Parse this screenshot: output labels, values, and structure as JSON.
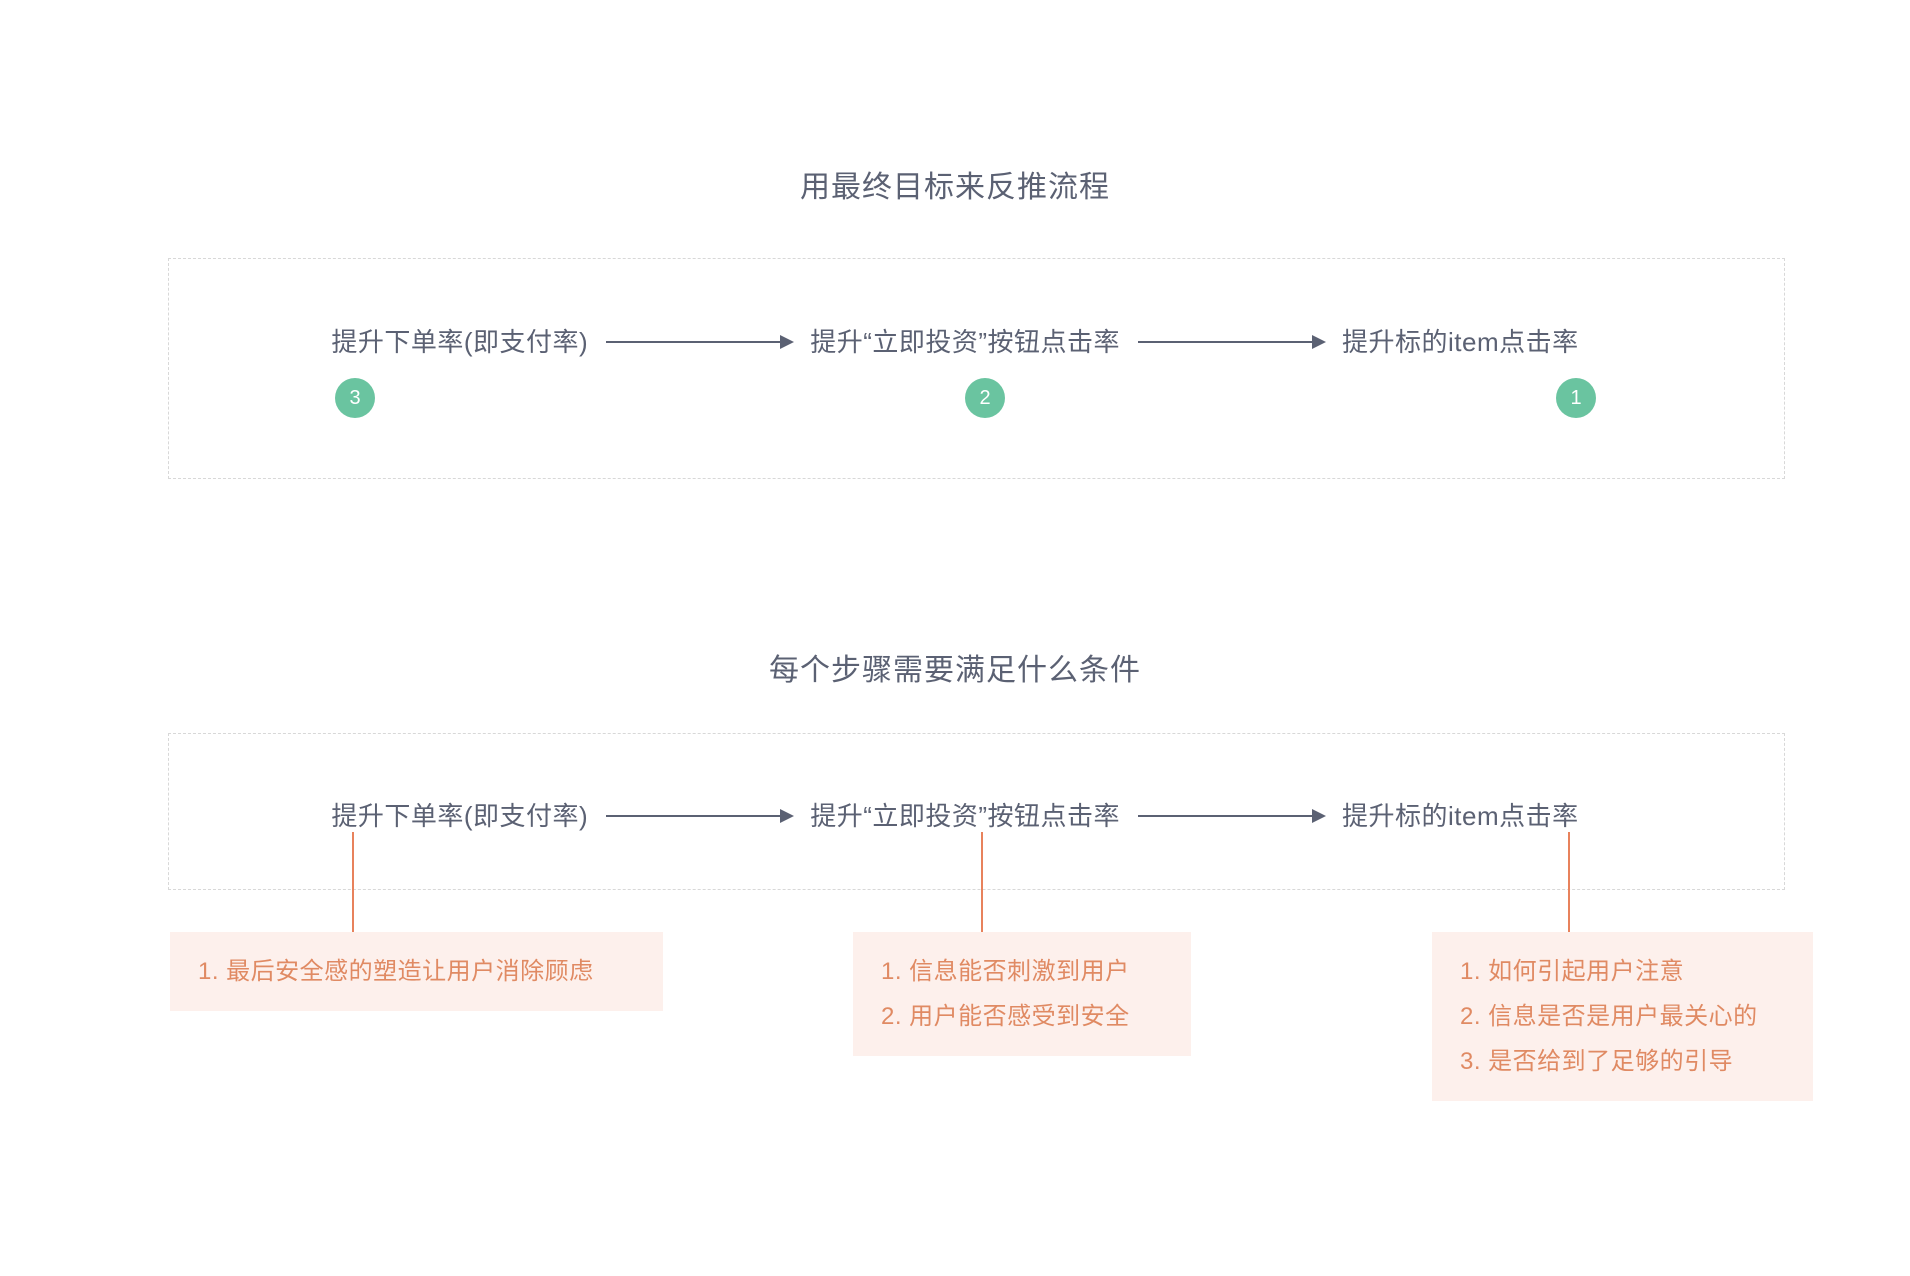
{
  "sections": [
    {
      "id": "section-goal-flow",
      "title": "用最终目标来反推流程",
      "nodes": [
        {
          "label": "提升下单率(即支付率)",
          "badge": "3"
        },
        {
          "label": "提升“立即投资”按钮点击率",
          "badge": "2"
        },
        {
          "label": "提升标的item点击率",
          "badge": "1"
        }
      ]
    },
    {
      "id": "section-step-conditions",
      "title": "每个步骤需要满足什么条件",
      "nodes": [
        {
          "label": "提升下单率(即支付率)"
        },
        {
          "label": "提升“立即投资”按钮点击率"
        },
        {
          "label": "提升标的item点击率"
        }
      ],
      "notes": [
        {
          "lines": [
            "1. 最后安全感的塑造让用户消除顾虑"
          ]
        },
        {
          "lines": [
            "1. 信息能否刺激到用户",
            "2. 用户能否感受到安全"
          ]
        },
        {
          "lines": [
            "1. 如何引起用户注意",
            "2. 信息是否是用户最关心的",
            "3. 是否给到了足够的引导"
          ]
        }
      ]
    }
  ],
  "colors": {
    "text": "#5b6173",
    "badge_green": "#6ac4a0",
    "note_text": "#e08a63",
    "note_bg": "#fdf0ec",
    "stem": "#e8825c",
    "dashed_border": "#d8d8d8",
    "background": "#ffffff"
  }
}
